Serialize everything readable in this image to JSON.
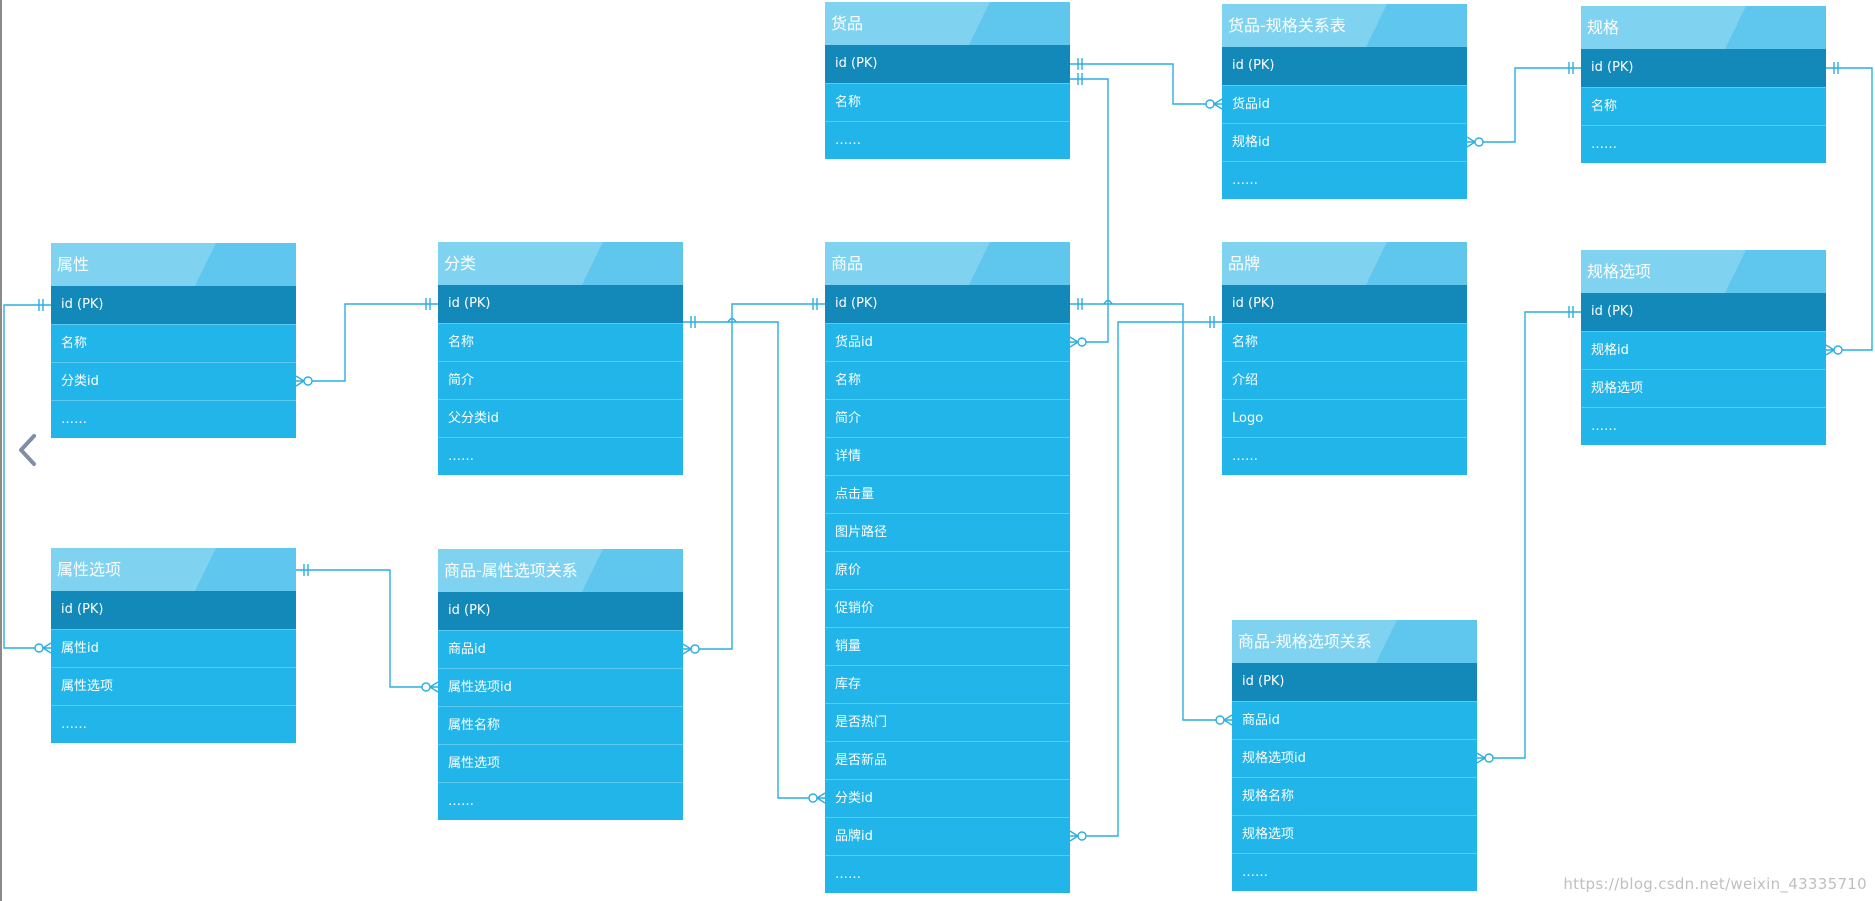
{
  "entities": [
    {
      "id": "huopin",
      "title": "货品",
      "fields": [
        "id (PK)",
        "名称",
        "……"
      ]
    },
    {
      "id": "huopin-guige",
      "title": "货品-规格关系表",
      "fields": [
        "id (PK)",
        "货品id",
        "规格id",
        "……"
      ]
    },
    {
      "id": "guige",
      "title": "规格",
      "fields": [
        "id (PK)",
        "名称",
        "……"
      ]
    },
    {
      "id": "shuxing",
      "title": "属性",
      "fields": [
        "id (PK)",
        "名称",
        "分类id",
        "……"
      ]
    },
    {
      "id": "fenlei",
      "title": "分类",
      "fields": [
        "id (PK)",
        "名称",
        "简介",
        "父分类id",
        "……"
      ]
    },
    {
      "id": "shangpin",
      "title": "商品",
      "fields": [
        "id (PK)",
        "货品id",
        "名称",
        "简介",
        "详情",
        "点击量",
        "图片路径",
        "原价",
        "促销价",
        "销量",
        "库存",
        "是否热门",
        "是否新品",
        "分类id",
        "品牌id",
        "……"
      ]
    },
    {
      "id": "pinpai",
      "title": "品牌",
      "fields": [
        "id (PK)",
        "名称",
        "介绍",
        "Logo",
        "……"
      ]
    },
    {
      "id": "guige-xuanxiang",
      "title": "规格选项",
      "fields": [
        "id (PK)",
        "规格id",
        "规格选项",
        "……"
      ]
    },
    {
      "id": "shuxing-xuanxiang",
      "title": "属性选项",
      "fields": [
        "id (PK)",
        "属性id",
        "属性选项",
        "……"
      ]
    },
    {
      "id": "shangpin-shuxing",
      "title": "商品-属性选项关系",
      "fields": [
        "id (PK)",
        "商品id",
        "属性选项id",
        "属性名称",
        "属性选项",
        "……"
      ]
    },
    {
      "id": "shangpin-guige",
      "title": "商品-规格选项关系",
      "fields": [
        "id (PK)",
        "商品id",
        "规格选项id",
        "规格名称",
        "规格选项",
        "……"
      ]
    }
  ],
  "relations": [
    {
      "from": "huopin.id",
      "to": "huopin-guige.货品id"
    },
    {
      "from": "guige.id",
      "to": "huopin-guige.规格id"
    },
    {
      "from": "huopin.id",
      "to": "shangpin.货品id"
    },
    {
      "from": "fenlei.id",
      "to": "shuxing.分类id"
    },
    {
      "from": "shuxing.id",
      "to": "shuxing-xuanxiang.属性id"
    },
    {
      "from": "shuxing-xuanxiang.id",
      "to": "shangpin-shuxing.属性选项id"
    },
    {
      "from": "shangpin.id",
      "to": "shangpin-shuxing.商品id"
    },
    {
      "from": "fenlei.id",
      "to": "shangpin.分类id"
    },
    {
      "from": "pinpai.id",
      "to": "shangpin.品牌id"
    },
    {
      "from": "shangpin.id",
      "to": "shangpin-guige.商品id"
    },
    {
      "from": "guige-xuanxiang.id",
      "to": "shangpin-guige.规格选项id"
    },
    {
      "from": "guige.id",
      "to": "guige-xuanxiang.规格id"
    }
  ],
  "colors": {
    "header": "#80d3f0",
    "header_accent": "#5fc6ee",
    "pk_row": "#1389b9",
    "row": "#22b5e9",
    "line": "#2aaee0"
  },
  "icons": {
    "back": "chevron-left-icon"
  },
  "watermark": "https://blog.csdn.net/weixin_43335710"
}
